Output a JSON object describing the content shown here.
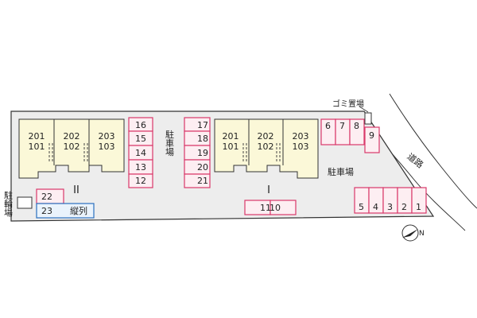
{
  "labels": {
    "garbage": "ゴミ置場",
    "road": "道路",
    "parking_lot_left": "駐車場",
    "parking_lot_right": "駐車場",
    "bicycle_parking": "駐輪場",
    "tandem": "縦列",
    "building_1": "I",
    "building_2": "II"
  },
  "building_2_units": [
    {
      "upper": "201",
      "lower": "101"
    },
    {
      "upper": "202",
      "lower": "102"
    },
    {
      "upper": "203",
      "lower": "103"
    }
  ],
  "building_1_units": [
    {
      "upper": "201",
      "lower": "101"
    },
    {
      "upper": "202",
      "lower": "102"
    },
    {
      "upper": "203",
      "lower": "103"
    }
  ],
  "spaces": {
    "col_a": [
      "16",
      "15",
      "14",
      "13",
      "12"
    ],
    "col_b": [
      "17",
      "18",
      "19",
      "20",
      "21"
    ],
    "top_row": [
      "6",
      "7",
      "8"
    ],
    "single": "9",
    "pair": [
      "11",
      "10"
    ],
    "bottom_row": [
      "5",
      "4",
      "3",
      "2",
      "1"
    ],
    "left_top": "22",
    "left_bottom": "23"
  },
  "compass": {
    "north": "N"
  },
  "colors": {
    "space_border": "#d9386a",
    "space_fill": "#fdeef2",
    "tandem_border": "#2a6fbf",
    "building_fill": "#fbf8d8",
    "lot_fill": "#ededed"
  }
}
